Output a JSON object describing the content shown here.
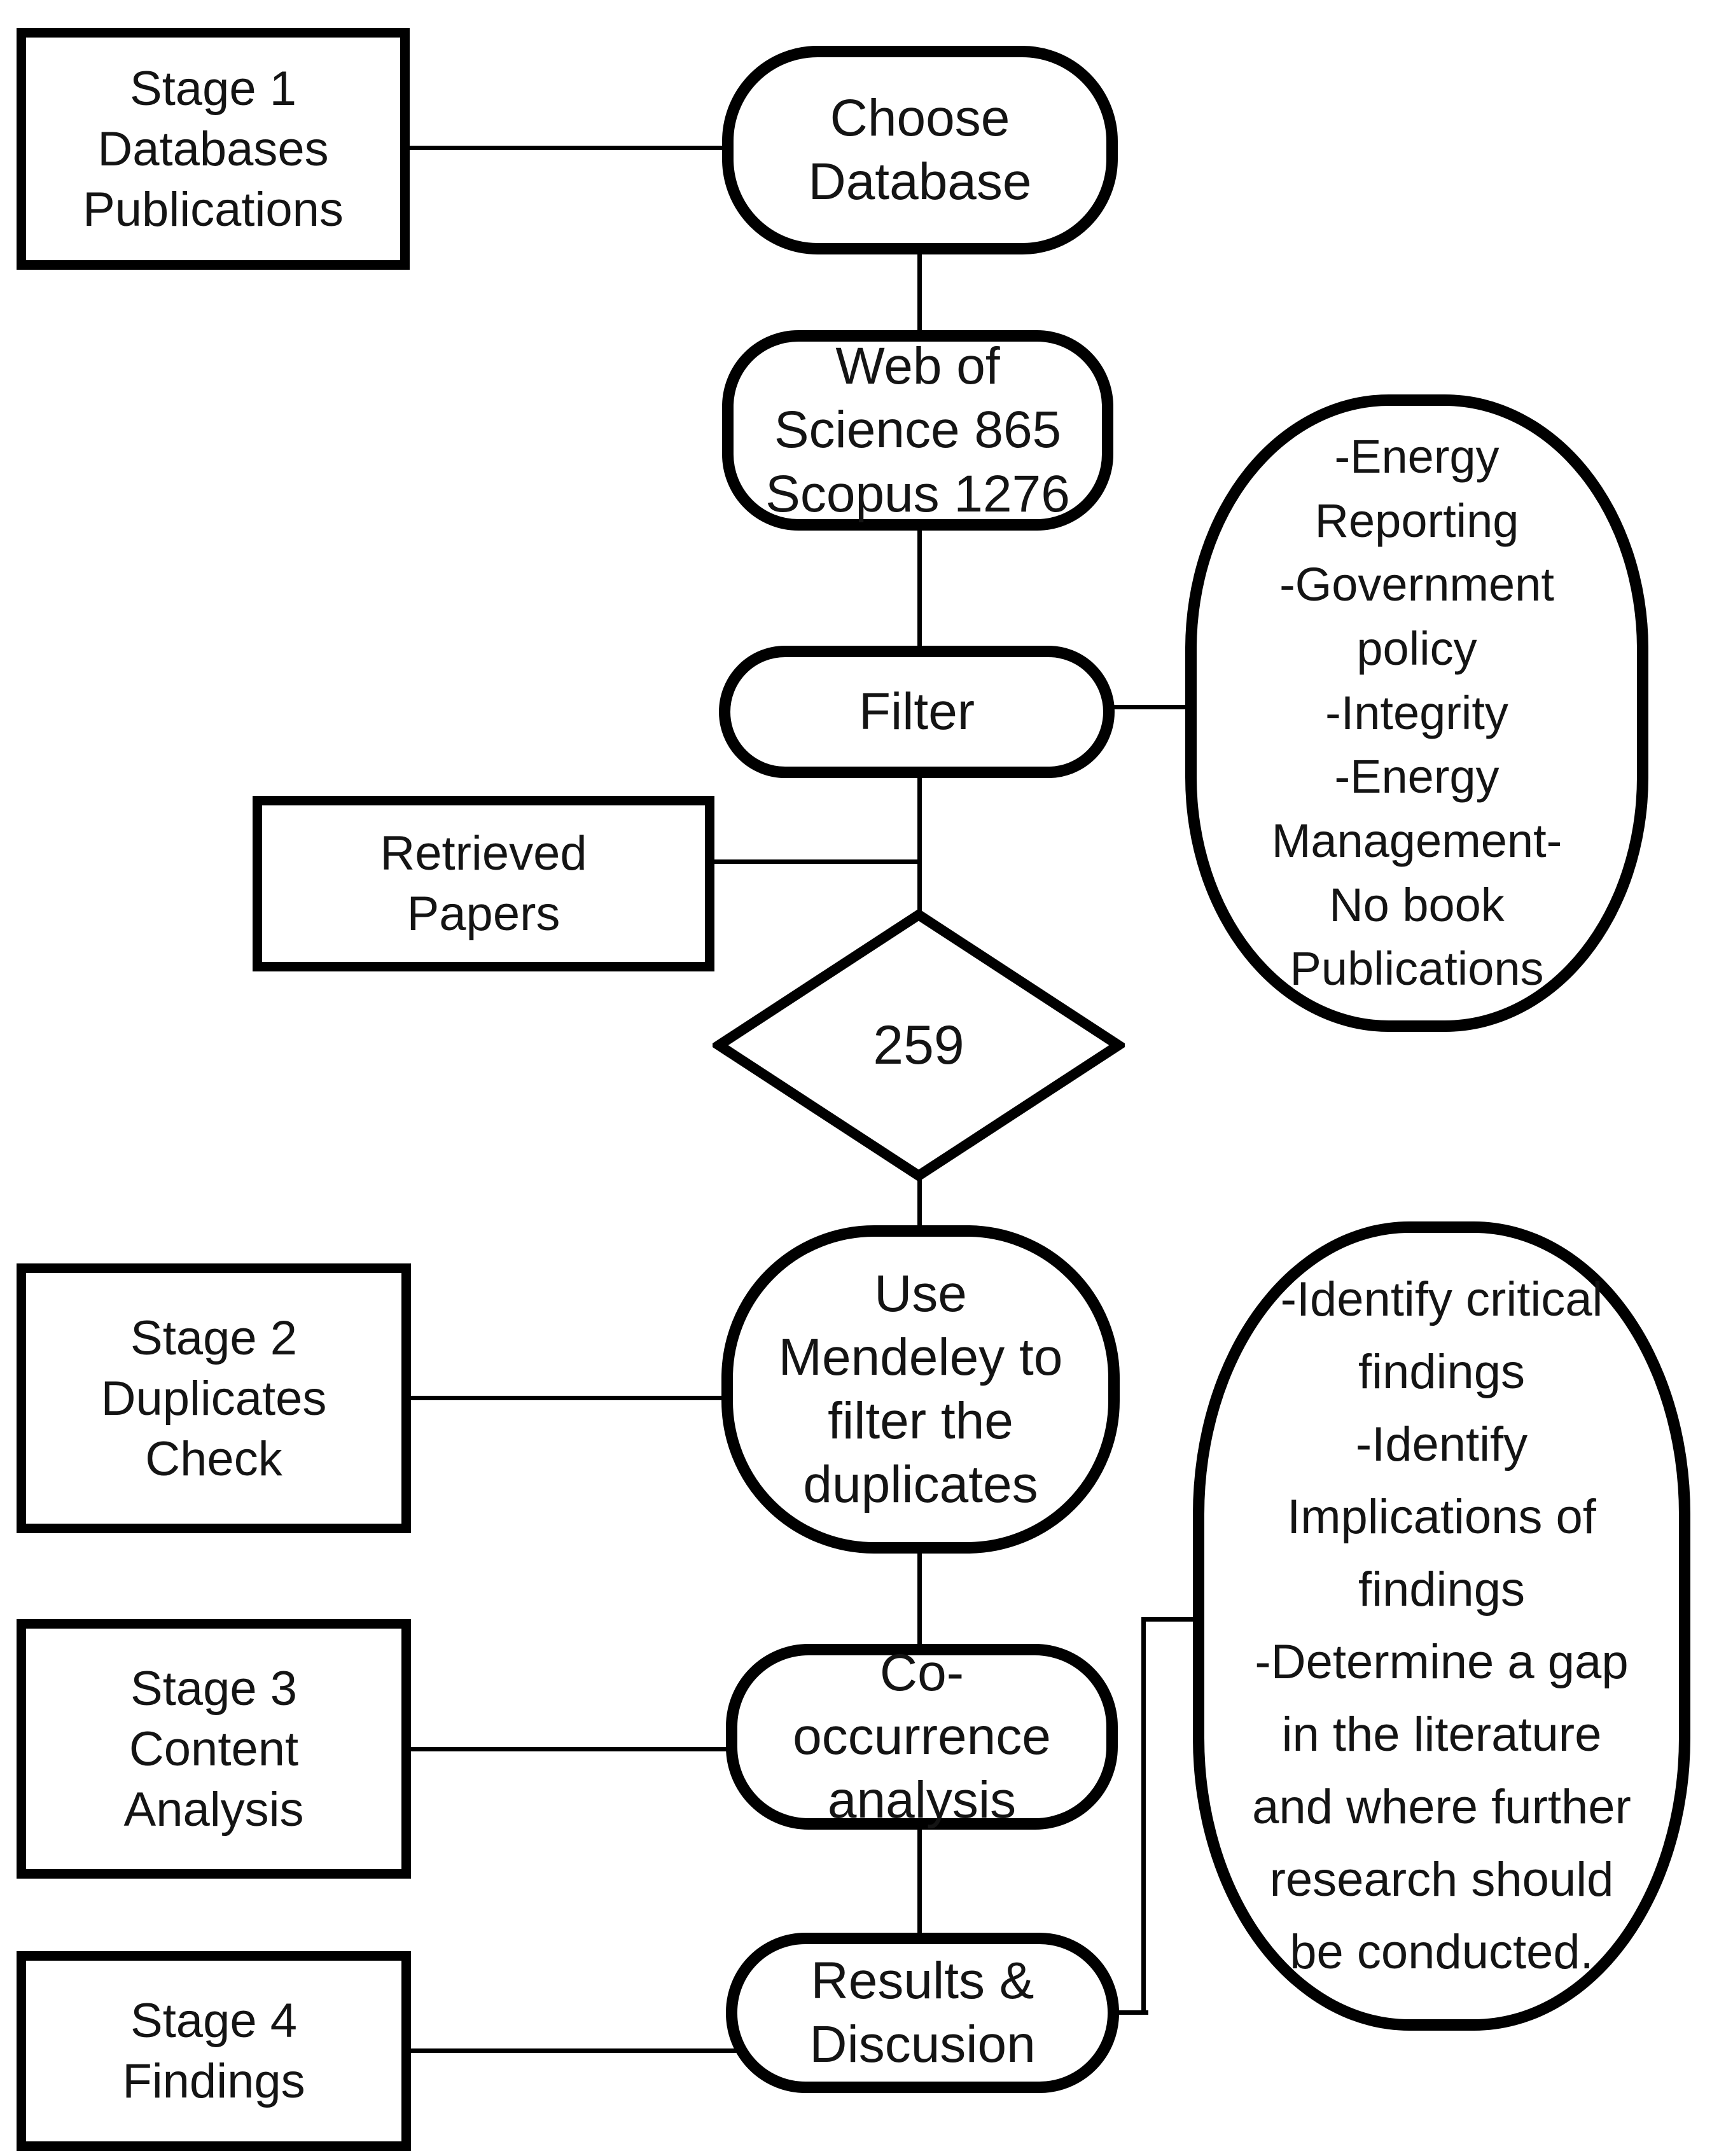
{
  "flowchart": {
    "stages": [
      {
        "label": "Stage 1\nDatabases\nPublications"
      },
      {
        "label": "Stage 2\nDuplicates\nCheck"
      },
      {
        "label": "Stage 3\nContent\nAnalysis"
      },
      {
        "label": "Stage 4\nFindings"
      }
    ],
    "side_boxes": {
      "retrieved": "Retrieved\nPapers"
    },
    "process_nodes": {
      "choose_database": "Choose\nDatabase",
      "database_results": "Web of\nScience 865\nScopus 1276",
      "filter": "Filter",
      "filtered_count": "259",
      "mendeley": "Use\nMendeley to\nfilter the\nduplicates",
      "co_occurrence": "Co-\noccurrence\nanalysis",
      "results": "Results &\nDiscusion"
    },
    "annotations": {
      "filter_criteria": "-Energy\nReporting\n-Government\npolicy\n-Integrity\n-Energy\nManagement-\nNo book\nPublications",
      "findings_goals": "-Identify critical\nfindings\n-Identify\nImplications of\nfindings\n-Determine a gap\nin the literature\nand where further\nresearch should\nbe conducted."
    },
    "colors": {
      "stroke": "#000000",
      "text": "#141414",
      "background": "#ffffff"
    }
  }
}
